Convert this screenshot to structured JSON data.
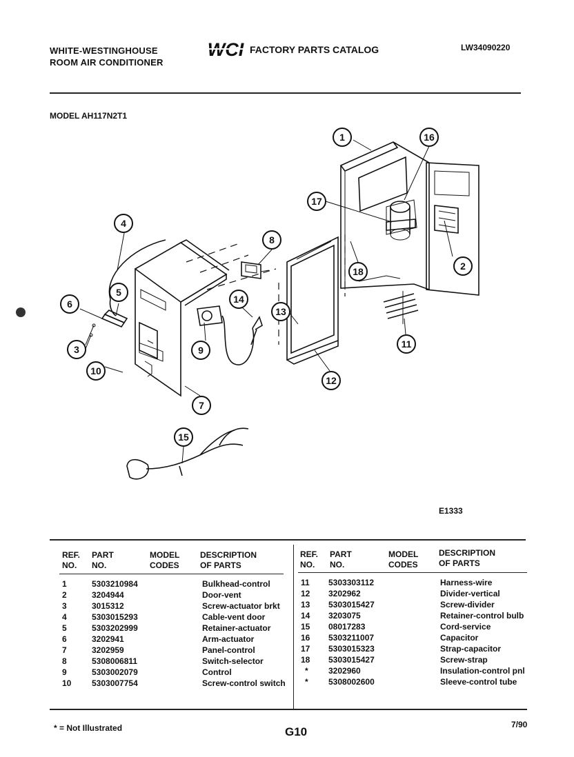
{
  "header": {
    "brand_line1": "WHITE-WESTINGHOUSE",
    "brand_line2": "ROOM AIR CONDITIONER",
    "logo_text": "WCI",
    "catalog_title": "FACTORY PARTS CATALOG",
    "document_number": "LW34090220"
  },
  "model_label": "MODEL AH117N2T1",
  "diagram": {
    "code": "E1333",
    "callouts": [
      "1",
      "2",
      "3",
      "4",
      "5",
      "6",
      "7",
      "8",
      "9",
      "10",
      "11",
      "12",
      "13",
      "14",
      "15",
      "16",
      "17",
      "18"
    ]
  },
  "table": {
    "headers": {
      "ref_no": [
        "REF.",
        "NO."
      ],
      "part_no": [
        "PART",
        "NO."
      ],
      "model_codes": [
        "MODEL",
        "CODES"
      ],
      "description": [
        "DESCRIPTION",
        "OF PARTS"
      ]
    },
    "left_rows": [
      {
        "ref": "1",
        "part": "5303210984",
        "desc": "Bulkhead-control"
      },
      {
        "ref": "2",
        "part": "3204944",
        "desc": "Door-vent"
      },
      {
        "ref": "3",
        "part": "3015312",
        "desc": "Screw-actuator brkt"
      },
      {
        "ref": "4",
        "part": "5303015293",
        "desc": "Cable-vent door"
      },
      {
        "ref": "5",
        "part": "5303202999",
        "desc": "Retainer-actuator"
      },
      {
        "ref": "6",
        "part": "3202941",
        "desc": "Arm-actuator"
      },
      {
        "ref": "7",
        "part": "3202959",
        "desc": "Panel-control"
      },
      {
        "ref": "8",
        "part": "5308006811",
        "desc": "Switch-selector"
      },
      {
        "ref": "9",
        "part": "5303002079",
        "desc": "Control"
      },
      {
        "ref": "10",
        "part": "5303007754",
        "desc": "Screw-control switch"
      }
    ],
    "right_rows": [
      {
        "ref": "11",
        "part": "5303303112",
        "desc": "Harness-wire"
      },
      {
        "ref": "12",
        "part": "3202962",
        "desc": "Divider-vertical"
      },
      {
        "ref": "13",
        "part": "5303015427",
        "desc": "Screw-divider"
      },
      {
        "ref": "14",
        "part": "3203075",
        "desc": "Retainer-control bulb"
      },
      {
        "ref": "15",
        "part": "08017283",
        "desc": "Cord-service"
      },
      {
        "ref": "16",
        "part": "5303211007",
        "desc": "Capacitor"
      },
      {
        "ref": "17",
        "part": "5303015323",
        "desc": "Strap-capacitor"
      },
      {
        "ref": "18",
        "part": "5303015427",
        "desc": "Screw-strap"
      },
      {
        "ref": "*",
        "part": "3202960",
        "desc": "Insulation-control pnl"
      },
      {
        "ref": "*",
        "part": "5308002600",
        "desc": "Sleeve-control tube"
      }
    ]
  },
  "footer": {
    "footnote": "* = Not Illustrated",
    "page": "G10",
    "date": "7/90"
  }
}
